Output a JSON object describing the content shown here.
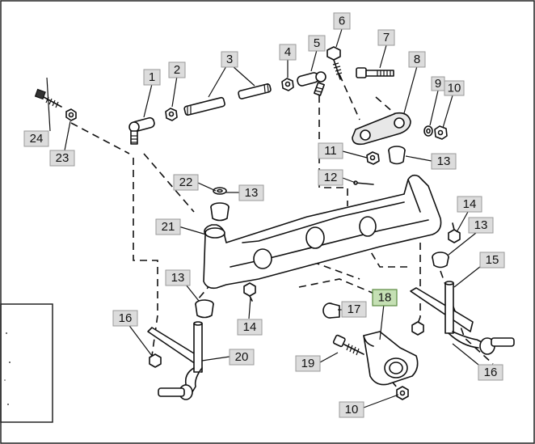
{
  "callouts": [
    {
      "id": "c1",
      "label": "1"
    },
    {
      "id": "c2",
      "label": "2"
    },
    {
      "id": "c3",
      "label": "3"
    },
    {
      "id": "c4",
      "label": "4"
    },
    {
      "id": "c5",
      "label": "5"
    },
    {
      "id": "c6",
      "label": "6"
    },
    {
      "id": "c7",
      "label": "7"
    },
    {
      "id": "c8",
      "label": "8"
    },
    {
      "id": "c9",
      "label": "9"
    },
    {
      "id": "c10a",
      "label": "10"
    },
    {
      "id": "c11",
      "label": "11"
    },
    {
      "id": "c12",
      "label": "12"
    },
    {
      "id": "c13a",
      "label": "13"
    },
    {
      "id": "c13b",
      "label": "13"
    },
    {
      "id": "c13c",
      "label": "13"
    },
    {
      "id": "c13d",
      "label": "13"
    },
    {
      "id": "c14a",
      "label": "14"
    },
    {
      "id": "c14b",
      "label": "14"
    },
    {
      "id": "c15",
      "label": "15"
    },
    {
      "id": "c16a",
      "label": "16"
    },
    {
      "id": "c16b",
      "label": "16"
    },
    {
      "id": "c17",
      "label": "17"
    },
    {
      "id": "c18",
      "label": "18",
      "highlighted": true
    },
    {
      "id": "c19",
      "label": "19"
    },
    {
      "id": "c20",
      "label": "20"
    },
    {
      "id": "c21",
      "label": "21"
    },
    {
      "id": "c22",
      "label": "22"
    },
    {
      "id": "c23",
      "label": "23"
    },
    {
      "id": "c24",
      "label": "24"
    },
    {
      "id": "c10b",
      "label": "10"
    }
  ],
  "colors": {
    "callout_fill": "#dcdcdc",
    "callout_highlight": "#c5e0b4",
    "line": "#111111"
  }
}
